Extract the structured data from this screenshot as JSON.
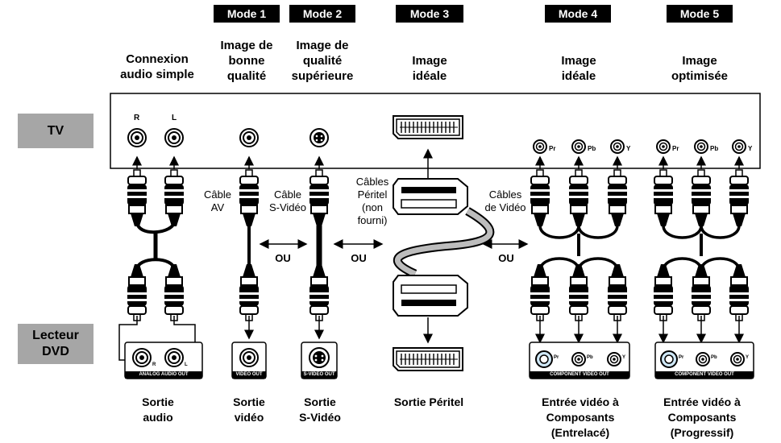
{
  "modes": [
    "Mode 1",
    "Mode 2",
    "Mode 3",
    "Mode 4",
    "Mode 5"
  ],
  "headers": {
    "audio": "Connexion\naudio simple",
    "m1": "Image de\nbonne\nqualité",
    "m2": "Image de\nqualité\nsupérieure",
    "m3": "Image\nidéale",
    "m4": "Image\nidéale",
    "m5": "Image\noptimisée"
  },
  "sides": {
    "tv": "TV",
    "dvd": "Lecteur\nDVD"
  },
  "jack_letters": {
    "r": "R",
    "l": "L",
    "pr": "Pr",
    "pb": "Pb",
    "y": "Y"
  },
  "cables": {
    "av": "Câble\nAV",
    "svideo": "Câble\nS-Vidéo",
    "peritel": "Câbles\nPéritel\n(non\nfourni)",
    "video": "Câbles\nde Vidéo"
  },
  "ou": "OU",
  "panels": {
    "analog": "ANALOG AUDIO OUT",
    "video": "VIDEO OUT",
    "svideo": "S-VIDEO OUT",
    "component": "COMPONENT VIDEO OUT"
  },
  "footers": {
    "audio": "Sortie\naudio",
    "video": "Sortie\nvidéo",
    "svideo": "Sortie\nS-Vidéo",
    "peritel": "Sortie Péritel",
    "comp_i": "Entrée vidéo à\nComposants\n(Entrelacé)",
    "comp_p": "Entrée vidéo à\nComposants\n(Progressif)"
  }
}
